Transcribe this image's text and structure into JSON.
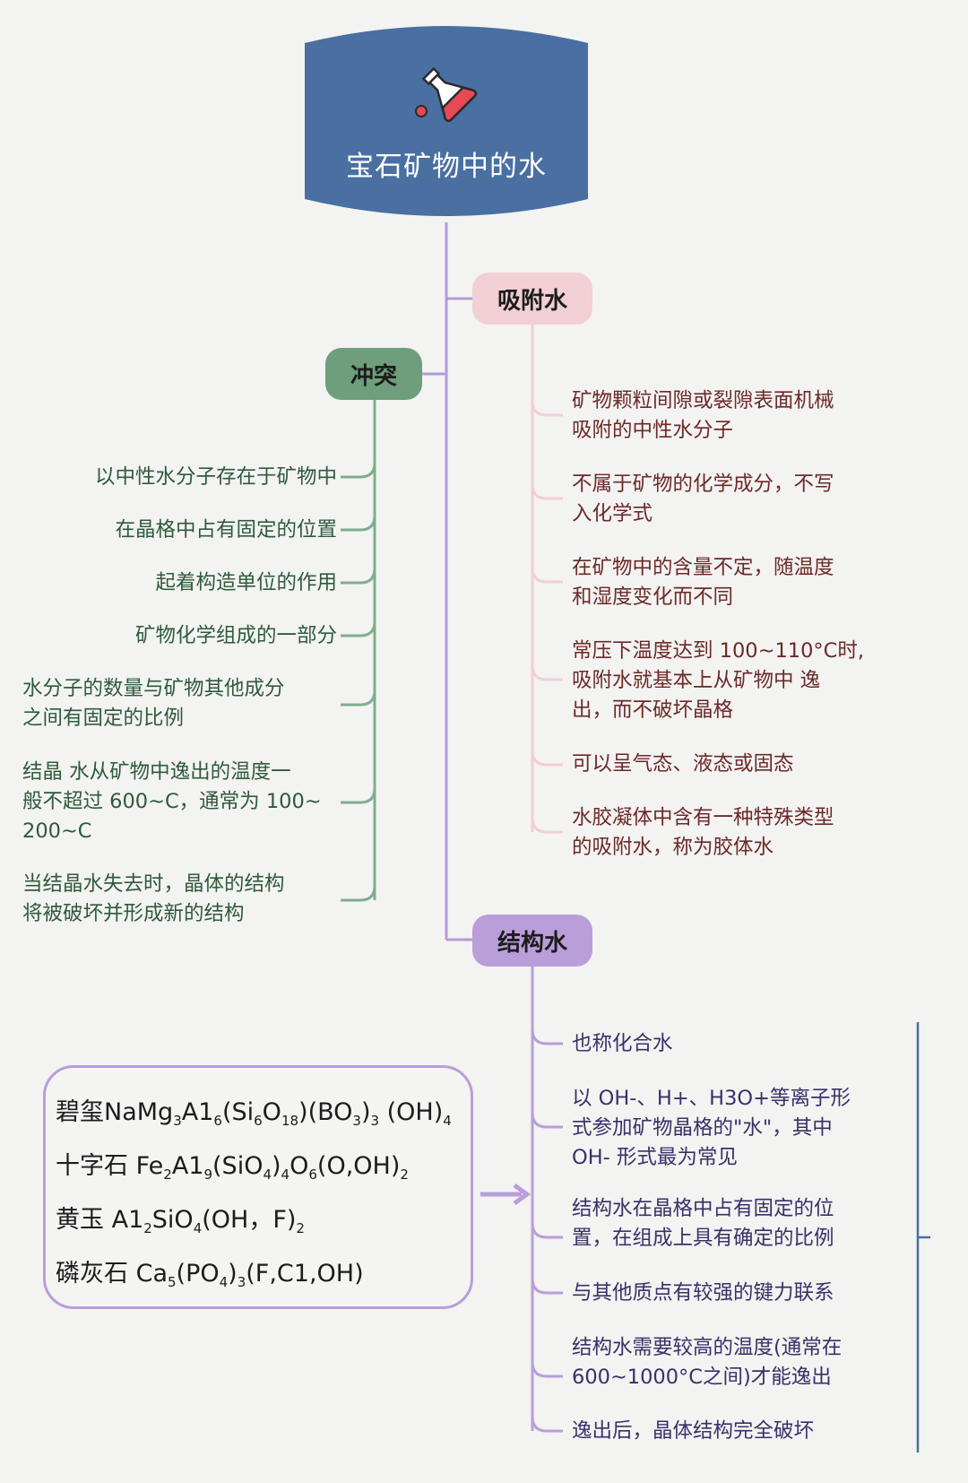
{
  "root": {
    "title": "宝石矿物中的水",
    "icon": "flask-icon"
  },
  "branches": {
    "adsorbed": {
      "label": "吸附水",
      "items": [
        [
          "矿物颗粒间隙或裂隙表面机械",
          "吸附的中性水分子"
        ],
        [
          "不属于矿物的化学成分，不写",
          "入化学式"
        ],
        [
          "在矿物中的含量不定，随温度",
          "和湿度变化而不同"
        ],
        [
          "常压下温度达到 100~110°C时,",
          "吸附水就基本上从矿物中 逸",
          "出，而不破坏晶格"
        ],
        [
          "可以呈气态、液态或固态"
        ],
        [
          "水胶凝体中含有一种特殊类型",
          "的吸附水，称为胶体水"
        ]
      ]
    },
    "crystal": {
      "label": "冲突",
      "items": [
        [
          "以中性水分子存在于矿物中"
        ],
        [
          "在晶格中占有固定的位置"
        ],
        [
          "起着构造单位的作用"
        ],
        [
          "矿物化学组成的一部分"
        ],
        [
          "水分子的数量与矿物其他成分",
          "之间有固定的比例"
        ],
        [
          "结晶 水从矿物中逸出的温度一",
          "般不超过 600~C，通常为 100~",
          "200~C"
        ],
        [
          "当结晶水失去时，晶体的结构",
          "将被破坏并形成新的结构"
        ]
      ]
    },
    "structural": {
      "label": "结构水",
      "items": [
        [
          "也称化合水"
        ],
        [
          "以 OH-、H+、H3O+等离子形",
          "式参加矿物晶格的\"水\"，其中",
          "OH- 形式最为常见"
        ],
        [
          "结构水在晶格中占有固定的位",
          "置，在组成上具有确定的比例"
        ],
        [
          "与其他质点有较强的键力联系"
        ],
        [
          "结构水需要较高的温度(通常在",
          "600~1000°C之间)才能逸出"
        ],
        [
          "逸出后，晶体结构完全破坏"
        ]
      ]
    }
  },
  "formulas": {
    "f1": {
      "name": "碧玺",
      "p1": "NaMg",
      "s1": "3",
      "p2": "A1",
      "s2": "6",
      "p3": "(Si",
      "s3": "6",
      "p4": "O",
      "s4": "18",
      "p5": ")(BO",
      "s5": "3",
      "p6": ")",
      "s6": "3",
      "p7": " (OH)",
      "s7": "4"
    },
    "f2": {
      "name": "十字石 ",
      "p1": "Fe",
      "s1": "2",
      "p2": "A1",
      "s2": "9",
      "p3": "(SiO",
      "s3": "4",
      "p4": ")",
      "s4": "4",
      "p5": "O",
      "s5": "6",
      "p6": "(O,OH)",
      "s6": "2"
    },
    "f3": {
      "name": "黄玉 ",
      "p1": "A1",
      "s1": "2",
      "p2": "SiO",
      "s2": "4",
      "p3": "(OH，F)",
      "s3": "2"
    },
    "f4": {
      "name": "磷灰石 ",
      "p1": "Ca",
      "s1": "5",
      "p2": "(PO",
      "s2": "4",
      "p3": ")",
      "s3": "3",
      "p4": "(F,C1,OH)"
    }
  },
  "colors": {
    "root": "#4a6fa1",
    "trunk": "#b59ad6",
    "pink": "#f1cfd4",
    "green": "#6e9e7c",
    "purple": "#b99ed9",
    "background": "#f3f3f2"
  }
}
